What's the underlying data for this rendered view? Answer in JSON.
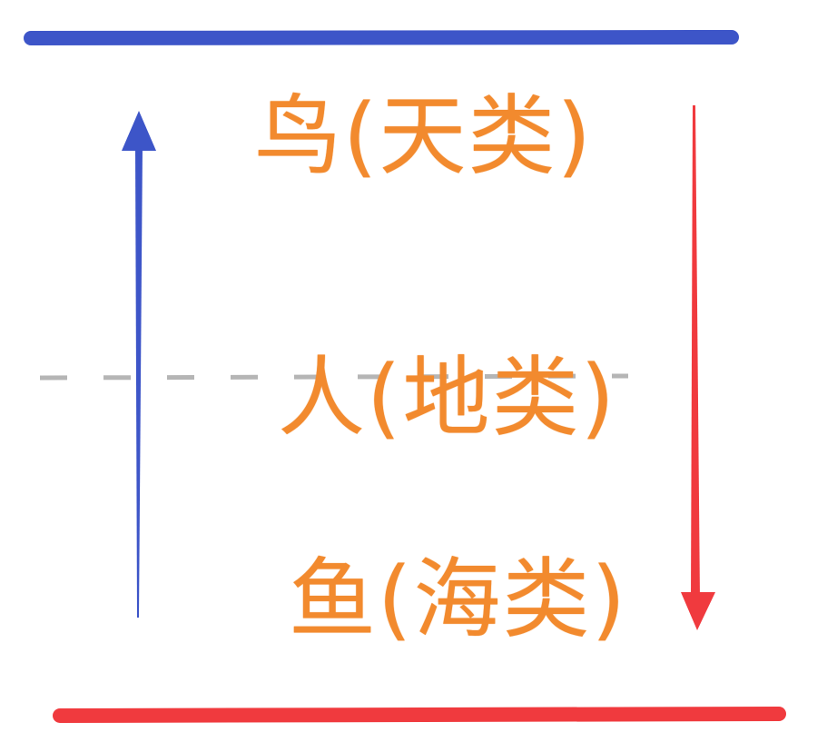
{
  "labels": {
    "top": "鸟(天类)",
    "middle": "人(地类)",
    "bottom": "鱼(海类)"
  },
  "colors": {
    "blue": "#3d55c8",
    "red": "#f03a3e",
    "orange": "#f28a2e",
    "dash": "#b5b5b5"
  }
}
